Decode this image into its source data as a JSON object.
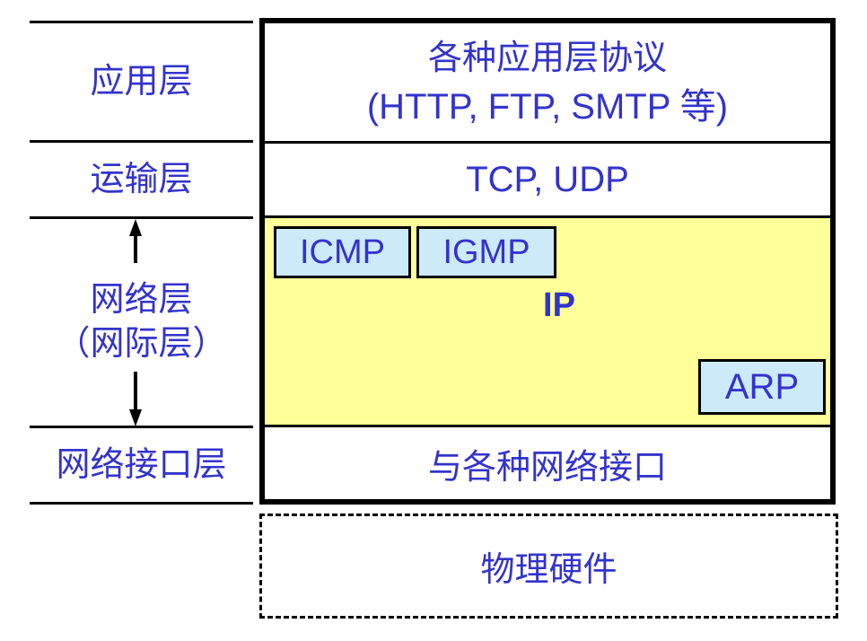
{
  "colors": {
    "text_blue": "#3333CC",
    "yellow_fill": "#FFFF99",
    "protocol_box_fill": "#CDEAF8",
    "border_black": "#000000",
    "background": "#FFFFFF"
  },
  "left_column": {
    "application_label": "应用层",
    "transport_label": "运输层",
    "network_label_line1": "网络层",
    "network_label_line2": "（网际层）",
    "interface_label": "网络接口层"
  },
  "stack": {
    "application_row_line1": "各种应用层协议",
    "application_row_line2": "(HTTP, FTP, SMTP 等)",
    "transport_row": "TCP, UDP",
    "network_row": {
      "icmp": "ICMP",
      "igmp": "IGMP",
      "ip": "IP",
      "arp": "ARP"
    },
    "interface_row": "与各种网络接口",
    "hardware_row": "物理硬件"
  }
}
